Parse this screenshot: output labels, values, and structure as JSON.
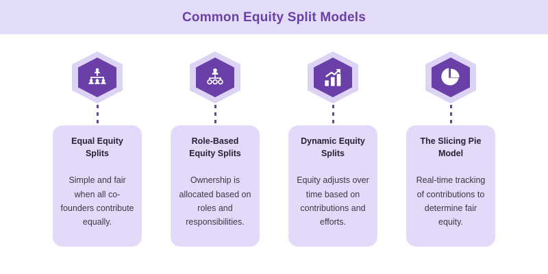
{
  "header": {
    "title": "Common Equity Split Models",
    "band_color": "#e3dcf7",
    "title_color": "#6b3fa8"
  },
  "theme": {
    "accent": "#6a3fa8",
    "hex_outer": "#ddd4f5",
    "card_bg": "#e2daf8",
    "page_bg": "#ffffff",
    "text_primary": "#262335",
    "text_secondary": "#3b3846"
  },
  "columns": [
    {
      "icon": "people-network-icon",
      "title": "Equal Equity Splits",
      "description": "Simple and fair when all co-founders contribute equally."
    },
    {
      "icon": "org-hierarchy-icon",
      "title": "Role-Based Equity Splits",
      "description": "Ownership is allocated based on roles and responsibilities."
    },
    {
      "icon": "growth-bar-chart-icon",
      "title": "Dynamic Equity Splits",
      "description": "Equity adjusts over time based on contributions and efforts."
    },
    {
      "icon": "pie-chart-icon",
      "title": "The Slicing Pie Model",
      "description": "Real-time tracking of contributions to determine fair equity."
    }
  ]
}
